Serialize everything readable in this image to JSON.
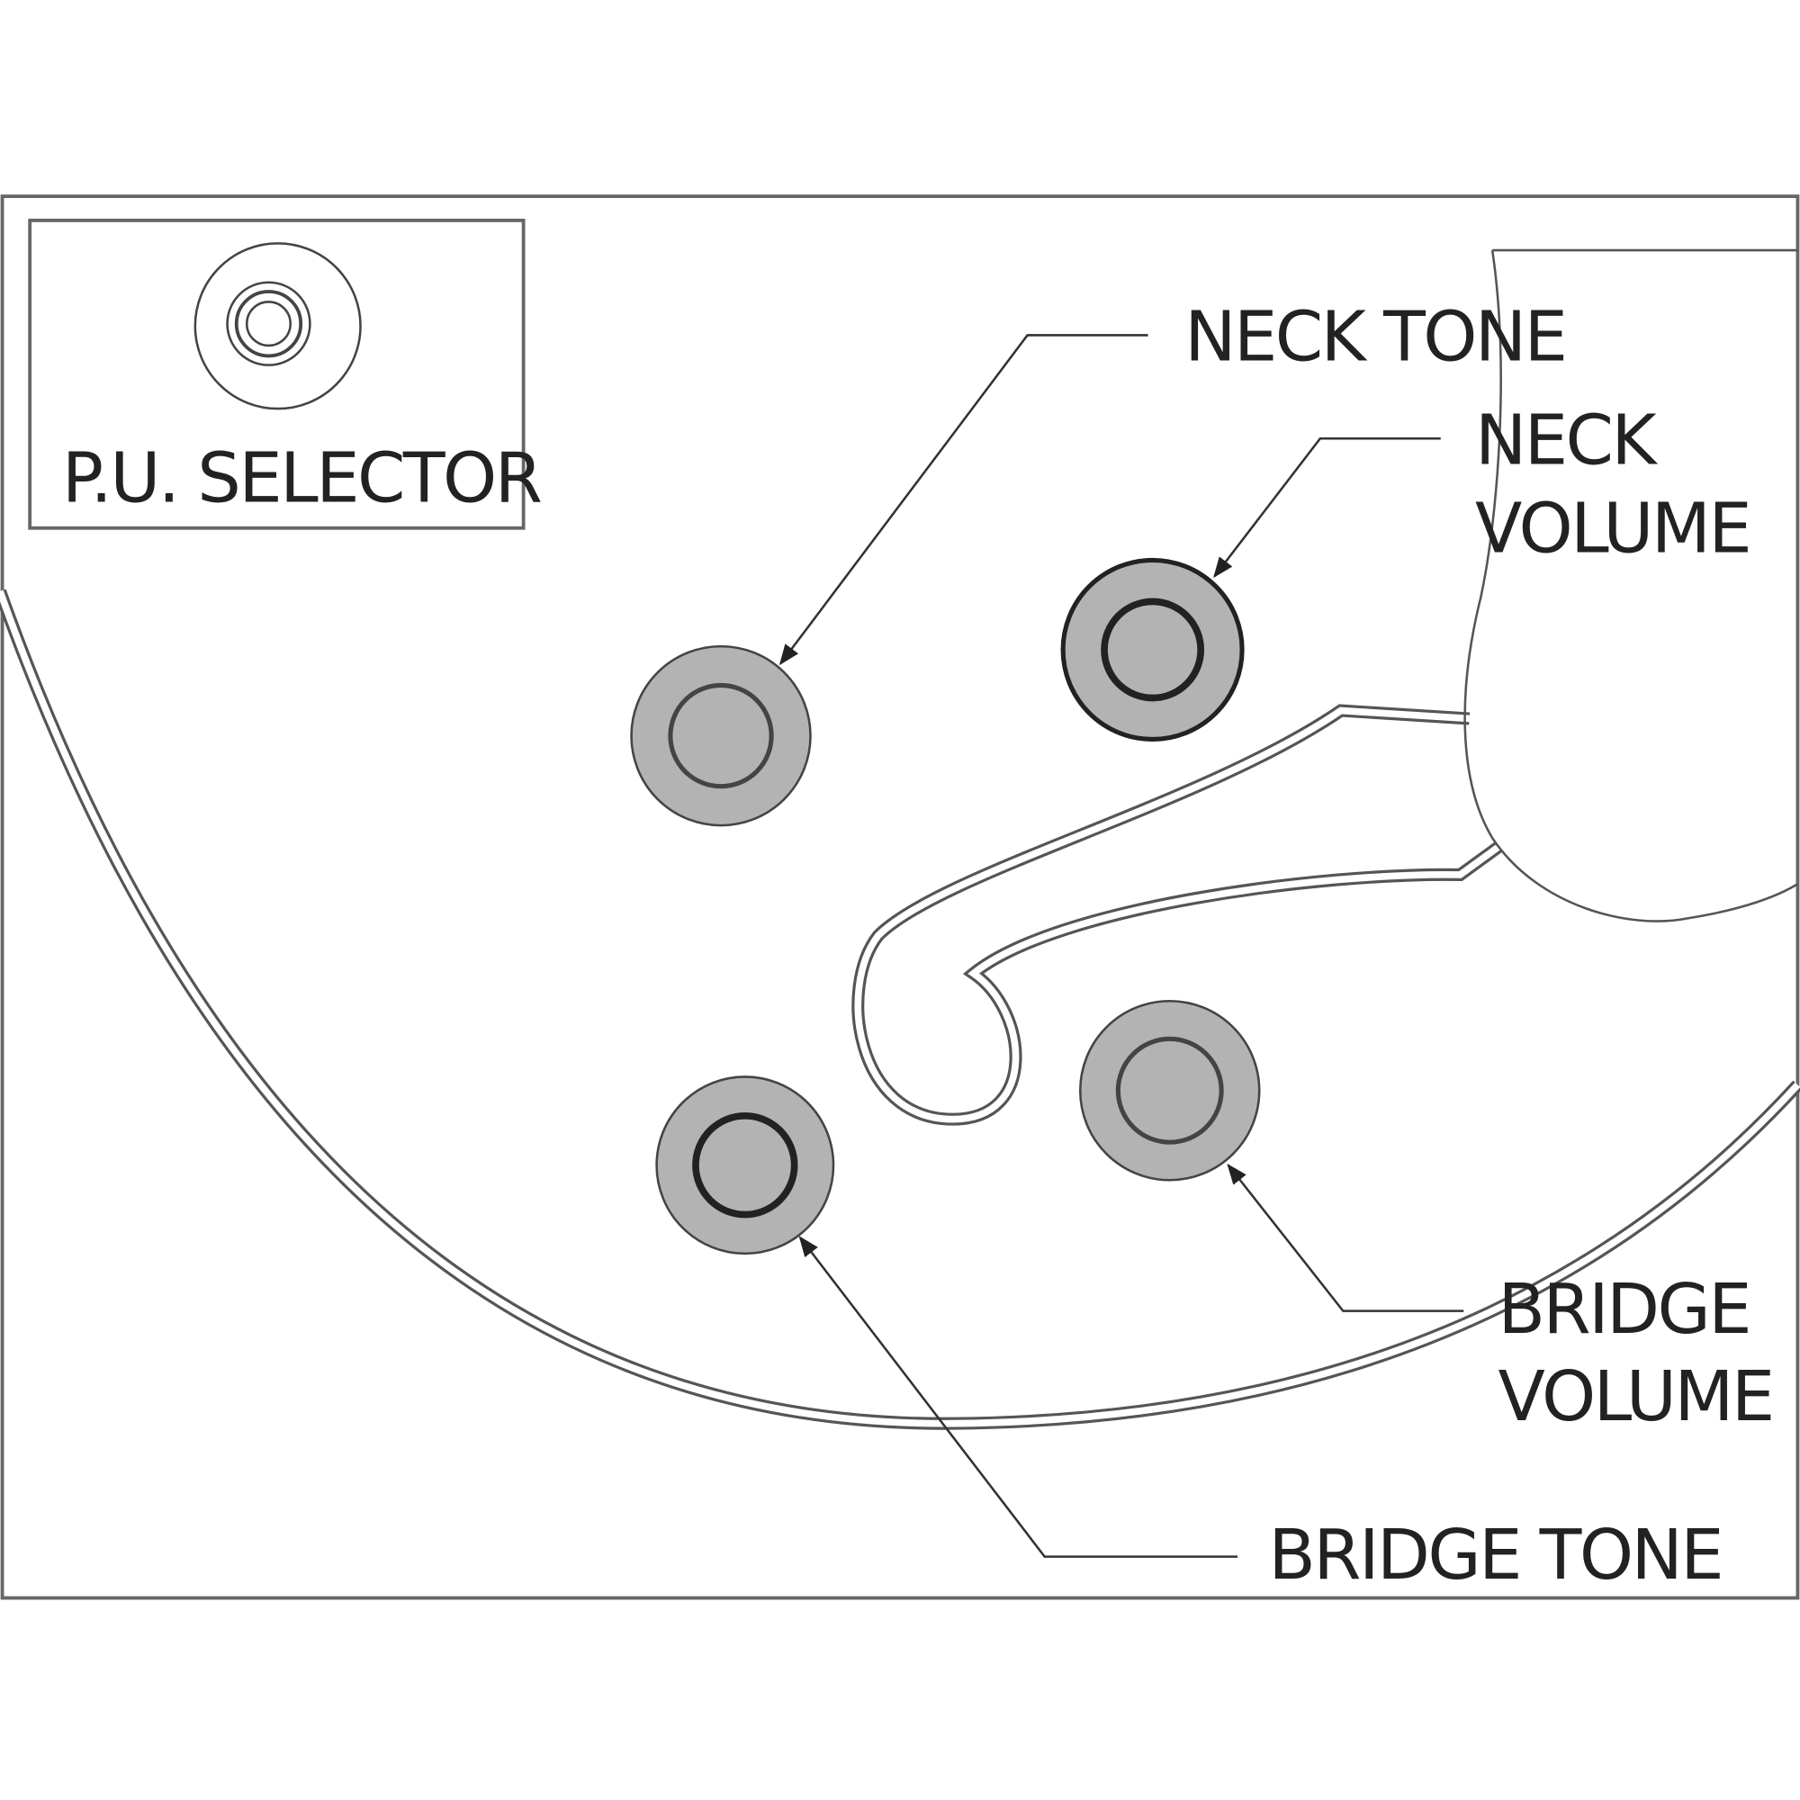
{
  "selector": {
    "label": "P.U. SELECTOR"
  },
  "labels": {
    "neck_tone": "NECK TONE",
    "neck_volume_1": "NECK",
    "neck_volume_2": "VOLUME",
    "bridge_volume_1": "BRIDGE",
    "bridge_volume_2": "VOLUME",
    "bridge_tone": "BRIDGE TONE"
  },
  "colors": {
    "knob_fill": "#b3b3b3",
    "line": "#555555",
    "text": "#222222"
  }
}
